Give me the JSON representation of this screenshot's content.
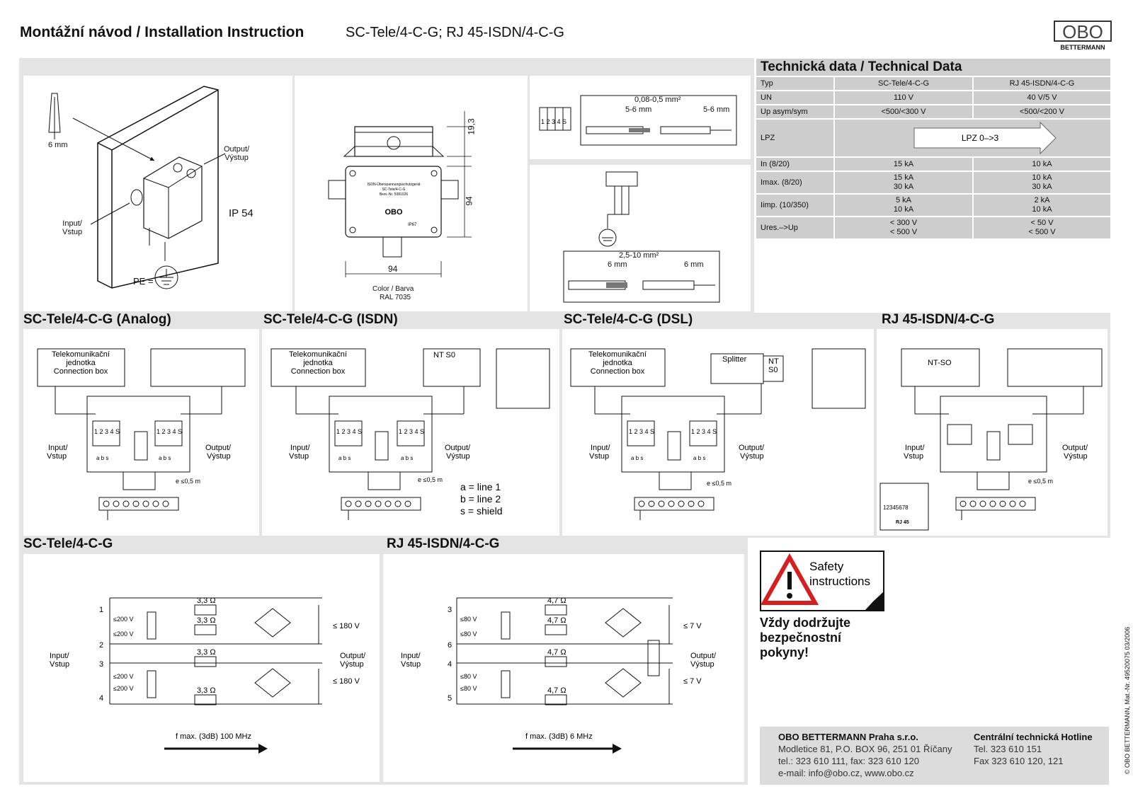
{
  "header": {
    "title": "Montážní návod / Installation Instruction",
    "models": "SC-Tele/4-C-G; RJ 45-ISDN/4-C-G",
    "brand_logo": "OBO",
    "brand_name": "BETTERMANN"
  },
  "mounting": {
    "dowel_size": "6 mm",
    "output": "Output/\nVýstup",
    "input": "Input/\nVstup",
    "ip": "IP 54",
    "pe": "PE ="
  },
  "dimensions": {
    "height_top": "19,3",
    "height_body": "94",
    "width": "94",
    "color_label": "Color / Barva",
    "color_value": "RAL 7035",
    "device_lines": [
      "ISDN-Überspannungsschutzgerät",
      "SC-Tele/4-C-G",
      "Best.-Nr. 5081026"
    ],
    "device_ip": "IP67"
  },
  "wiring": {
    "terminal_digits": "1 2 3 4 S",
    "cross_section_1": "0,08-0,5 mm²",
    "strip_1a": "5-6 mm",
    "strip_1b": "5-6 mm",
    "cross_section_2": "2,5-10 mm²",
    "strip_2a": "6 mm",
    "strip_2b": "6 mm"
  },
  "tech": {
    "title": "Technická data / Technical Data",
    "header_row": [
      "Typ",
      "SC-Tele/4-C-G",
      "RJ 45-ISDN/4-C-G"
    ],
    "rows": [
      {
        "label": "UN",
        "a": [
          "110 V"
        ],
        "b": [
          "40 V/5 V"
        ]
      },
      {
        "label": "Up asym/sym",
        "a": [
          "<500/<300 V"
        ],
        "b": [
          "<500/<200 V"
        ]
      },
      {
        "label": "LPZ",
        "lpz": "LPZ 0–>3"
      },
      {
        "label": "In (8/20)",
        "a": [
          "15 kA"
        ],
        "b": [
          "10 kA"
        ]
      },
      {
        "label": "Imax. (8/20)",
        "a": [
          "15 kA",
          "30 kA"
        ],
        "b": [
          "10 kA",
          "30 kA"
        ]
      },
      {
        "label": "Iimp. (10/350)",
        "a": [
          "5 kA",
          "10 kA"
        ],
        "b": [
          "2 kA",
          "10 kA"
        ]
      },
      {
        "label": "Ures.–>Up",
        "a": [
          "< 300 V",
          "< 500 V"
        ],
        "b": [
          "< 50 V",
          "< 500 V"
        ]
      }
    ]
  },
  "connections": {
    "titles": [
      "SC-Tele/4-C-G (Analog)",
      "SC-Tele/4-C-G (ISDN)",
      "SC-Tele/4-C-G (DSL)",
      "RJ 45-ISDN/4-C-G"
    ],
    "telco_box": [
      "Telekomunikační",
      "jednotka",
      "Connection box"
    ],
    "nt_s0": "NT S0",
    "splitter": "Splitter",
    "nt_s0_split": [
      "NT",
      "S0"
    ],
    "nt_so": "NT-SO",
    "input": [
      "Input/",
      "Vstup"
    ],
    "output": [
      "Output/",
      "Výstup"
    ],
    "terminal_digits": "1 2 3 4 S",
    "abs_labels": "a  b  s",
    "distance": "e ≤0,5 m",
    "legend": [
      "a = line 1",
      "b = line 2",
      "s = shield"
    ],
    "rj45_digits": "12345678",
    "rj45_label": "RJ 45"
  },
  "schematics": {
    "titles": [
      "SC-Tele/4-C-G",
      "RJ 45-ISDN/4-C-G"
    ],
    "sc": {
      "resistor": "3,3 Ω",
      "uc_small": "≤200 V",
      "uc_big": "≤ 180 V",
      "pins": [
        "1",
        "2",
        "3",
        "4"
      ],
      "fmax": "f max. (3dB) 100 MHz"
    },
    "rj": {
      "resistor": "4,7 Ω",
      "uc_small": "≤80 V",
      "uc_big": "≤ 7 V",
      "pins": [
        "3",
        "6",
        "4",
        "5"
      ],
      "fmax": "f max. (3dB) 6 MHz"
    },
    "input": [
      "Input/",
      "Vstup"
    ],
    "output": [
      "Output/",
      "Výstup"
    ]
  },
  "safety": {
    "sign_line1": "Safety",
    "sign_line2": "instructions",
    "text": [
      "Vždy dodržujte",
      "bezpečnostní",
      "pokyny!"
    ]
  },
  "footer": {
    "company": "OBO BETTERMANN Praha s.r.o.",
    "address": "Modletice 81, P.O. BOX 96, 251 01 Říčany",
    "phone": "tel.: 323 610 111, fax: 323 610 120",
    "web": "e-mail: info@obo.cz, www.obo.cz",
    "hotline_title": "Centrální technická Hotline",
    "hotline_tel": "Tel. 323 610 151",
    "hotline_fax": "Fax 323 610 120, 121"
  },
  "sidebar": "© OBO BETTERMANN,   Mat.-Nr. 49520075 03/2006"
}
